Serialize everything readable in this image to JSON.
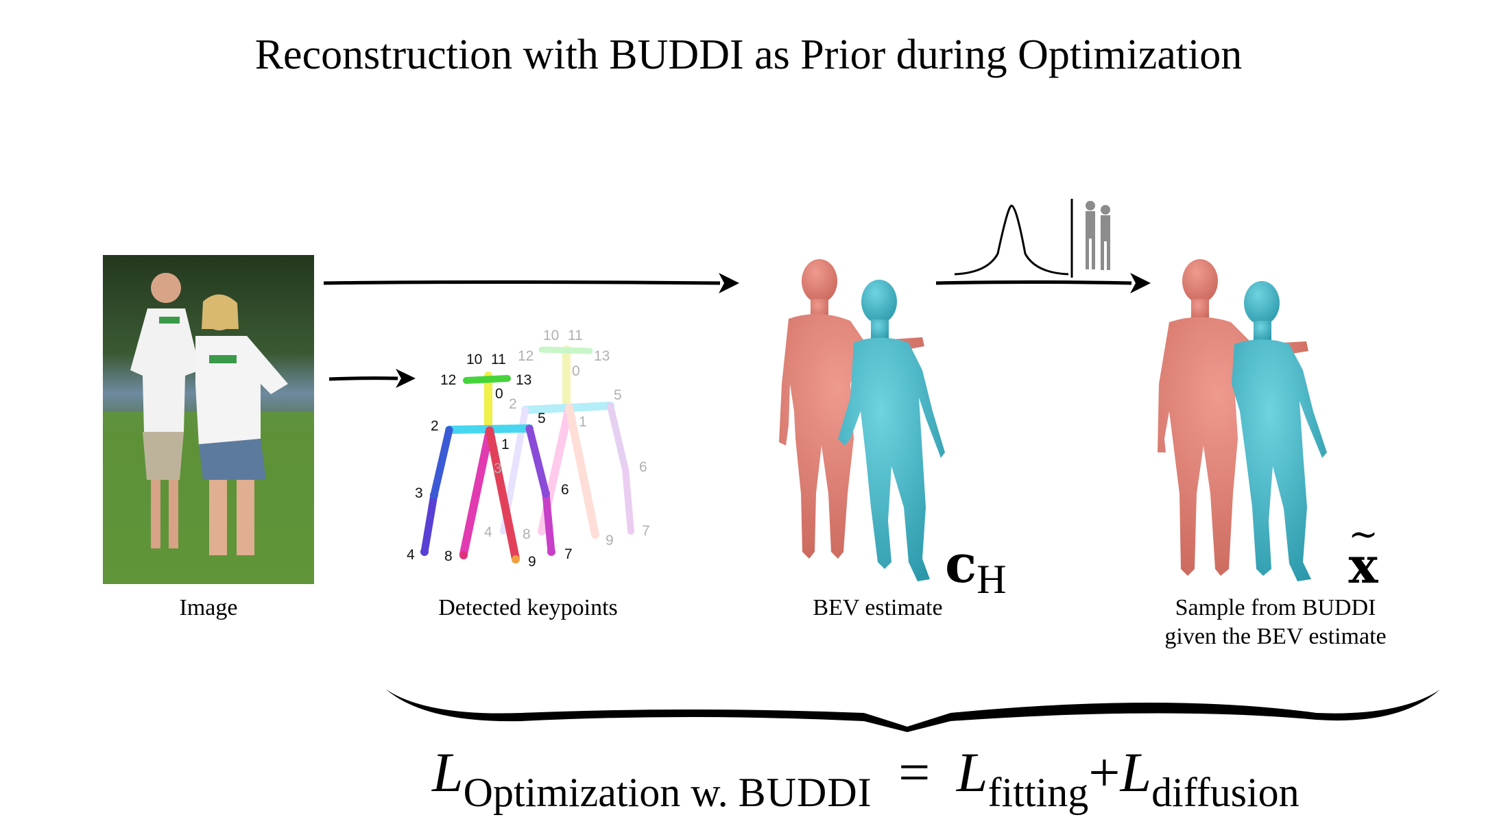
{
  "title": "Reconstruction with BUDDI as Prior during Optimization",
  "captions": {
    "image": "Image",
    "keypoints": "Detected keypoints",
    "bev": "BEV estimate",
    "sample_line1": "Sample from BUDDI",
    "sample_line2": "given the BEV estimate"
  },
  "symbols": {
    "bev_symbol_main": "c",
    "bev_symbol_sub": "H",
    "sample_symbol": "x"
  },
  "equation": {
    "lhs_var": "L",
    "lhs_sub_1": "Optimization",
    "lhs_sub_2": "w.",
    "lhs_sub_3": "BUDDI",
    "equals": "=",
    "term1_var": "L",
    "term1_sub": "fitting",
    "plus": "+",
    "term2_var": "L",
    "term2_sub": "diffusion"
  },
  "keypoint_labels": {
    "person_a": [
      "0",
      "1",
      "2",
      "3",
      "4",
      "5",
      "6",
      "7",
      "8",
      "9",
      "10",
      "11",
      "12",
      "13"
    ],
    "person_b": [
      "0",
      "1",
      "2",
      "3",
      "4",
      "5",
      "6",
      "7",
      "8",
      "9",
      "10",
      "11",
      "12",
      "13"
    ]
  },
  "colors": {
    "body_red": "#e07a6e",
    "body_cyan": "#3fb6c8",
    "grass": "#5a8f3a",
    "tree": "#2f4a2a",
    "shirt": "#f4f4f4"
  },
  "icons": [
    "right-arrow-icon",
    "gaussian-curve-icon",
    "curly-brace-icon"
  ]
}
